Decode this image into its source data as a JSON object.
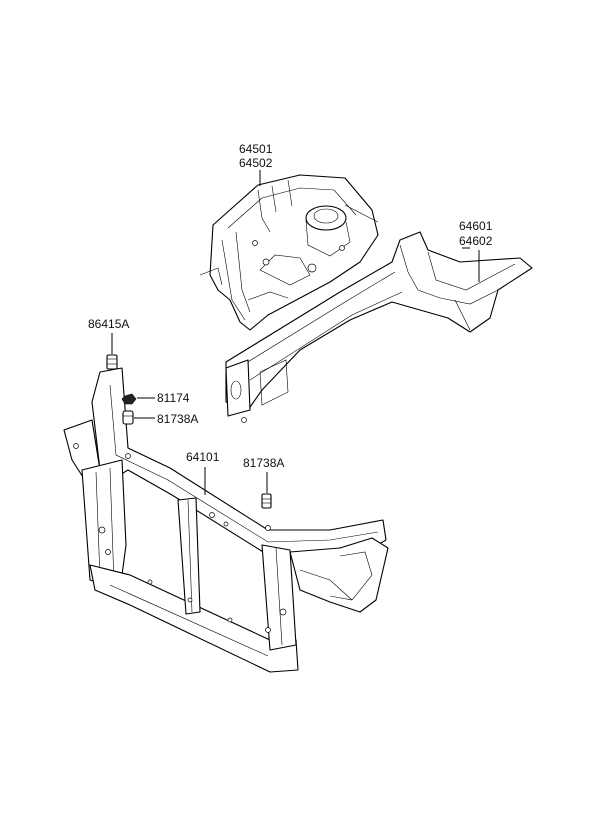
{
  "labels": {
    "p64501": "64501",
    "p64502": "64502",
    "p64601": "64601",
    "p64602": "64602",
    "p86415a": "86415A",
    "p81174": "81174",
    "p81738a_left": "81738A",
    "p64101": "64101",
    "p81738a_right": "81738A"
  }
}
